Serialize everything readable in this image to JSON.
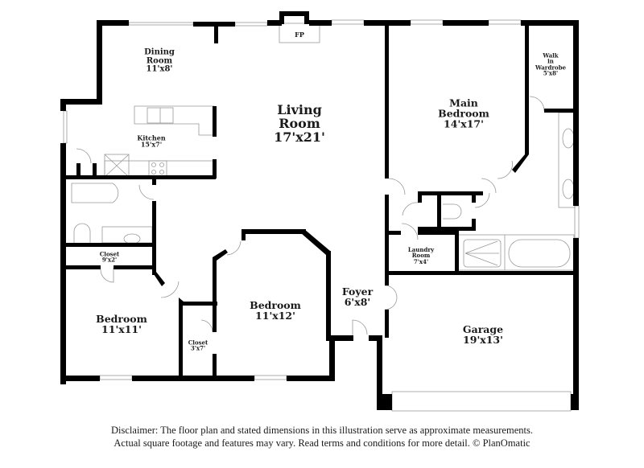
{
  "plan": {
    "wall_color": "#000000",
    "fixture_color": "#888888",
    "background": "#ffffff",
    "fireplace_label": "FP"
  },
  "rooms": {
    "dining": {
      "name": "Dining\nRoom",
      "name_line1": "Dining",
      "name_line2": "Room",
      "dims": "11'x8'"
    },
    "kitchen": {
      "name": "Kitchen",
      "dims": "15'x7'"
    },
    "living": {
      "name_line1": "Living",
      "name_line2": "Room",
      "dims": "17'x21'"
    },
    "main_bedroom": {
      "name_line1": "Main",
      "name_line2": "Bedroom",
      "dims": "14'x17'"
    },
    "walk_in_wardrobe": {
      "name_line1": "Walk",
      "name_line2": "in",
      "name_line3": "Wardrobe",
      "dims": "5'x8'"
    },
    "closet_hall": {
      "name": "Closet",
      "dims": "9'x2'"
    },
    "bedroom_1": {
      "name": "Bedroom",
      "dims": "11'x11'"
    },
    "closet_small": {
      "name": "Closet",
      "dims": "3'x7'"
    },
    "bedroom_2": {
      "name": "Bedroom",
      "dims": "11'x12'"
    },
    "foyer": {
      "name": "Foyer",
      "dims": "6'x8'"
    },
    "laundry": {
      "name_line1": "Laundry",
      "name_line2": "Room",
      "dims": "7'x4'"
    },
    "garage": {
      "name": "Garage",
      "dims": "19'x13'"
    }
  },
  "disclaimer": {
    "line1": "Disclaimer: The floor plan and stated dimensions in this illustration serve as approximate measurements.",
    "line2": "Actual square footage and features may vary. Read terms and conditions for more detail. © PlanOmatic"
  }
}
